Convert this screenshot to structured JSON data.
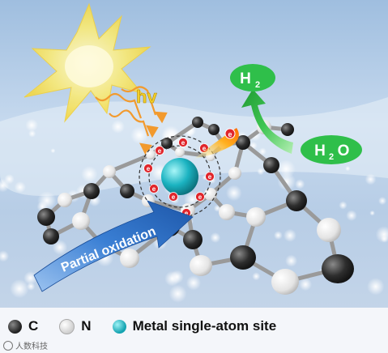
{
  "labels": {
    "hv": "hv",
    "h2": "H2",
    "h2o": "H2O",
    "partial_oxidation": "Partial oxidation",
    "electron": "e"
  },
  "legend": {
    "carbon": "C",
    "nitrogen": "N",
    "metal": "Metal single-atom site"
  },
  "watermark": "人数科技",
  "colors": {
    "carbon": "#2b2b2b",
    "nitrogen": "#f2f2f2",
    "metal": "#1ab3c2",
    "electron": "#e0262c",
    "green_label": "#2fbf4a",
    "arrow_blue": "#2f73c9",
    "sun": "#f7e46a"
  }
}
